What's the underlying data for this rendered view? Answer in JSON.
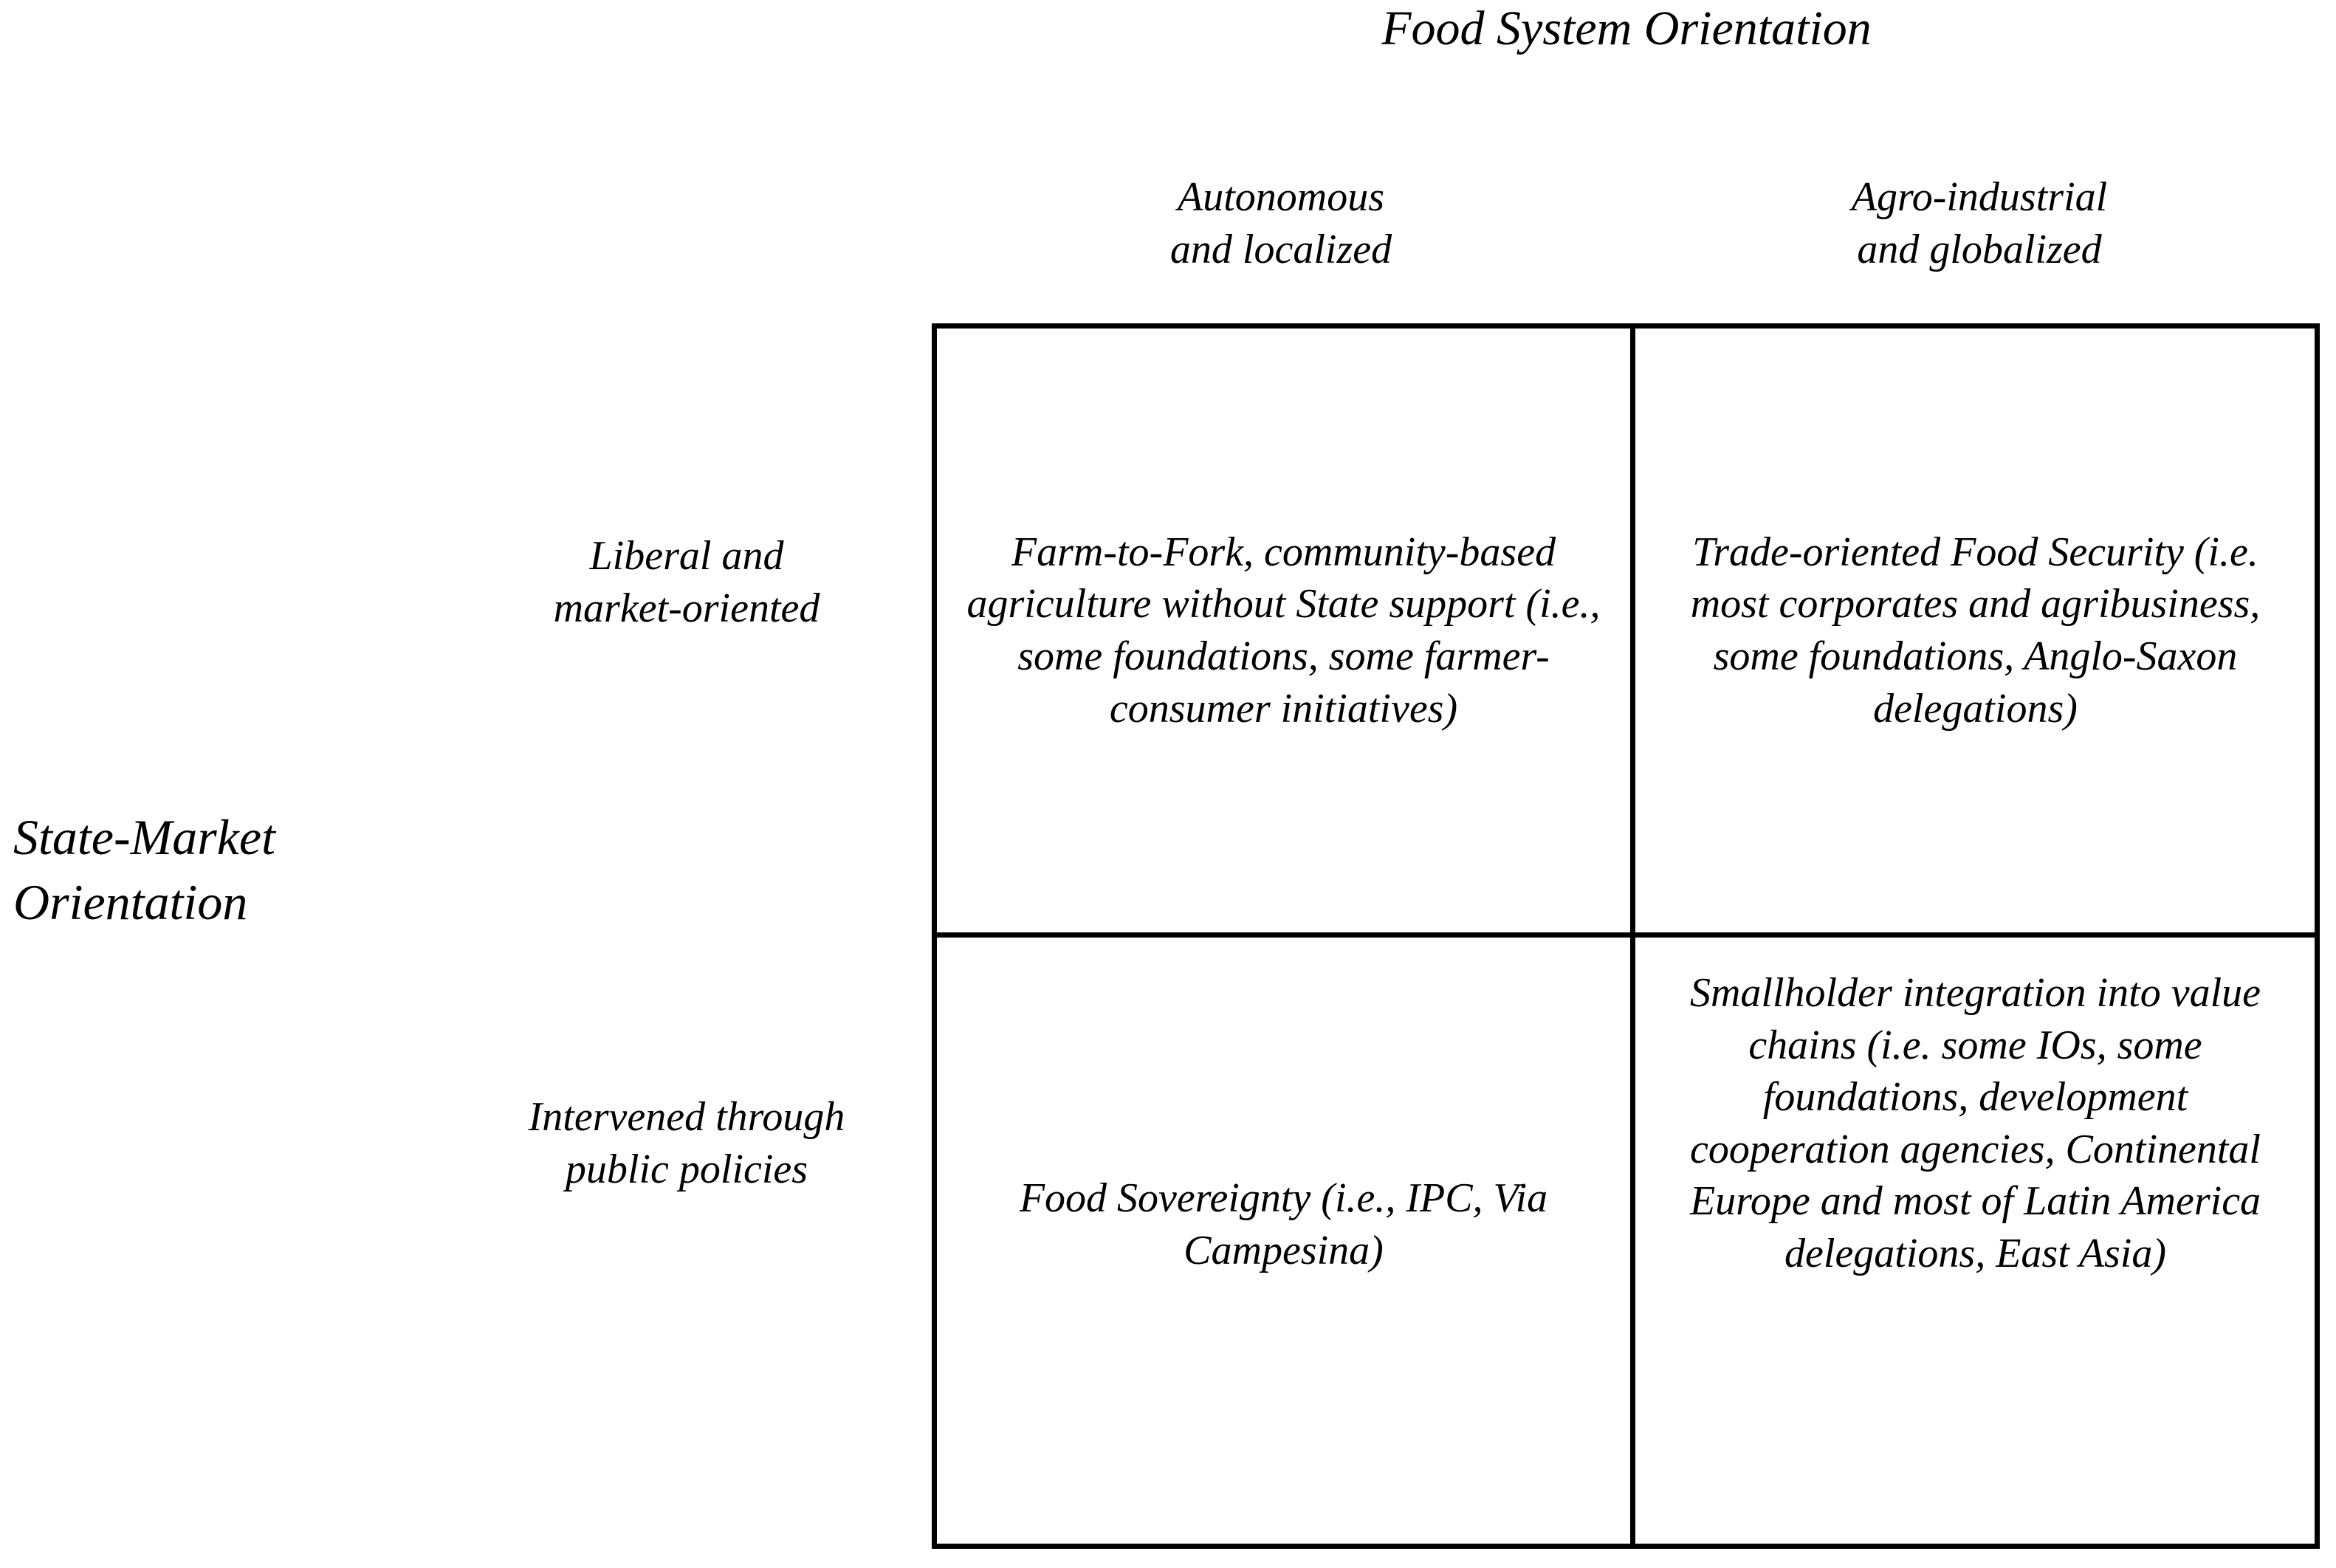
{
  "title": "Food System Orientation",
  "axes": {
    "x_axis_title": "Food System Orientation",
    "y_axis_title": "State-Market\nOrientation",
    "y_axis_title_line1": "State-Market",
    "y_axis_title_line2": "Orientation"
  },
  "columns": [
    {
      "id": "autonomous-localized",
      "label": "Autonomous\nand localized"
    },
    {
      "id": "agro-industrial-globalized",
      "label": "Agro-industrial\nand globalized"
    }
  ],
  "rows": [
    {
      "id": "liberal-market-oriented",
      "label": "Liberal and\nmarket-oriented"
    },
    {
      "id": "intervened-public-policies",
      "label": "Intervened through\npublic policies"
    }
  ],
  "cells": {
    "top_left": "Farm-to-Fork, community-based agriculture without State support (i.e., some foundations, some farmer-consumer initiatives)",
    "top_right": "Trade-oriented Food Security (i.e. most corporates and agribusiness, some foundations, Anglo-Saxon delegations)",
    "bottom_left": "Food Sovereignty (i.e., IPC, Via Campesina)",
    "bottom_right": "Smallholder integration into value chains (i.e. some IOs, some foundations, development cooperation agencies, Continental Europe and most of Latin America delegations, East Asia)"
  },
  "colors": {
    "background": "#ffffff",
    "text": "#000000",
    "grid_line": "#000000"
  }
}
